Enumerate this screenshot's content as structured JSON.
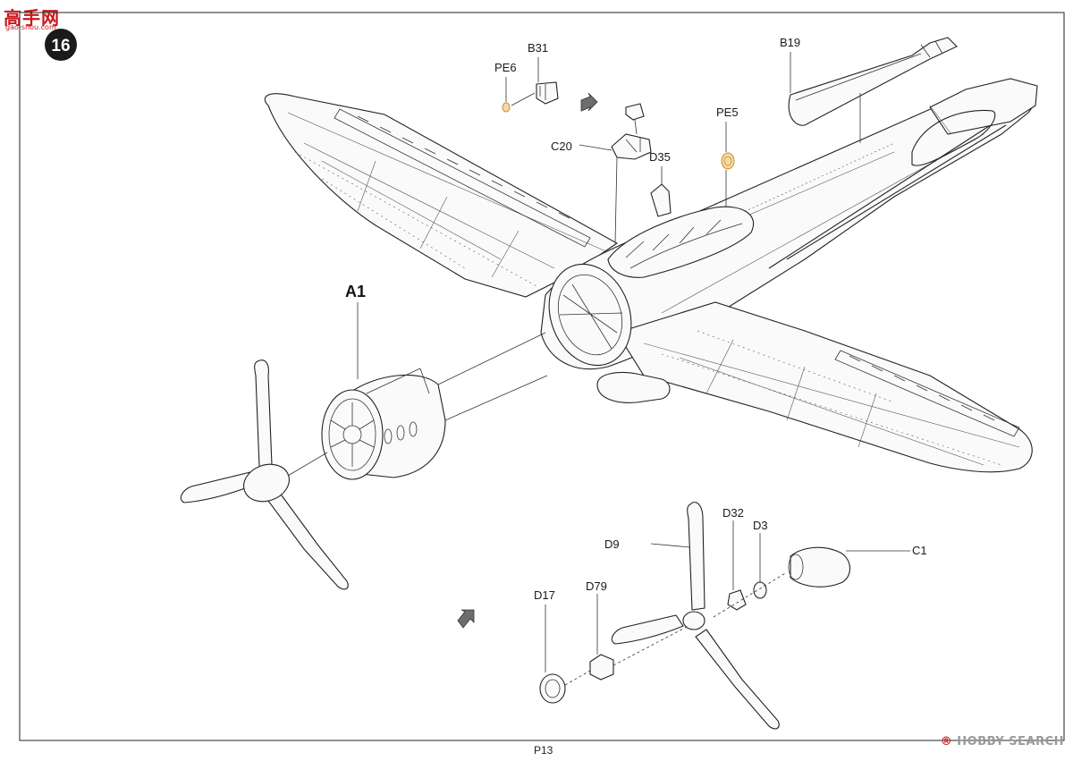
{
  "site_logo": {
    "main": "高手网",
    "sub": "gao-shou.com"
  },
  "step_number": "16",
  "page_number": "P13",
  "watermark": {
    "mark": "®",
    "text": "HOBBY SEARCH"
  },
  "callouts": {
    "a1": "A1",
    "b31": "B31",
    "pe6": "PE6",
    "c20": "C20",
    "d35": "D35",
    "pe5": "PE5",
    "b19": "B19",
    "d9": "D9",
    "d32": "D32",
    "d3": "D3",
    "c1": "C1",
    "d17": "D17",
    "d79": "D79"
  },
  "colors": {
    "line": "#222222",
    "photo_etch_part": "#f5d9a8",
    "step_badge": "#1a1a1a",
    "arrow": "#6d6d6d",
    "logo_red": "#c8181e"
  }
}
